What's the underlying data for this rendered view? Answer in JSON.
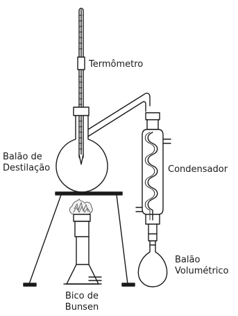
{
  "labels": {
    "thermometer": "Termômetro",
    "flask": [
      "Balão de",
      "Destilação"
    ],
    "condenser": "Condensador",
    "receiver": [
      "Balão",
      "Volumétrico"
    ],
    "burner": [
      "Bico de",
      "Bunsen"
    ]
  },
  "colors": {
    "stroke": "#1a1a1a",
    "background": "#ffffff",
    "flame": "#6e6e6e"
  }
}
